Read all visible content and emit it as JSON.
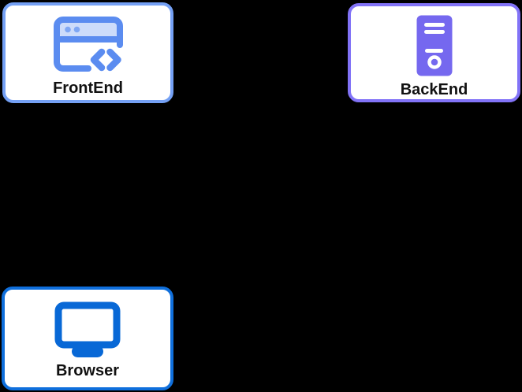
{
  "diagram": {
    "background_color": "#000000",
    "node_fill": "#ffffff",
    "label_color": "#111111",
    "nodes": [
      {
        "id": "frontend",
        "label": "FrontEnd",
        "icon": "browser-code-icon",
        "border_color": "#74A0F4",
        "icon_color": "#5B8CF0",
        "icon_secondary_color": "#CDDCFA",
        "position": "top-left"
      },
      {
        "id": "backend",
        "label": "BackEnd",
        "icon": "server-icon",
        "border_color": "#8273F7",
        "icon_color": "#7568EF",
        "icon_secondary_color": "#ffffff",
        "position": "top-right"
      },
      {
        "id": "browser",
        "label": "Browser",
        "icon": "monitor-icon",
        "border_color": "#0F6FDC",
        "icon_color": "#0868D6",
        "icon_secondary_color": "#ffffff",
        "position": "bottom-left"
      }
    ],
    "edges": []
  }
}
